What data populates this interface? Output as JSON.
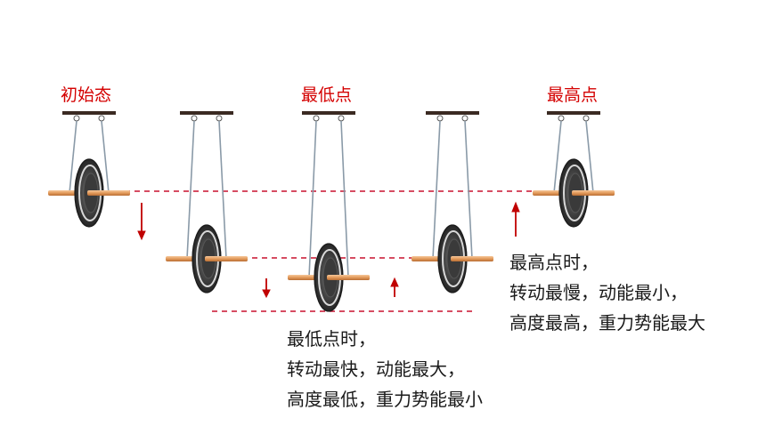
{
  "labels": {
    "initial": "初始态",
    "lowest": "最低点",
    "highest": "最高点"
  },
  "notes": {
    "highest": [
      "最高点时，",
      "转动最慢，动能最小，",
      "高度最高，重力势能最大"
    ],
    "lowest": [
      "最低点时，",
      "转动最快，动能最大，",
      "高度最低，重力势能最小"
    ]
  },
  "colors": {
    "label": "#d40000",
    "dashed_line": "#c8102e",
    "arrow": "#c00000",
    "bar": "#3a2a22",
    "string": "#8a9aa8",
    "axle": "#e6a46a",
    "wheel_dark": "#2b2b2b",
    "wheel_light": "#d8d8d8"
  }
}
